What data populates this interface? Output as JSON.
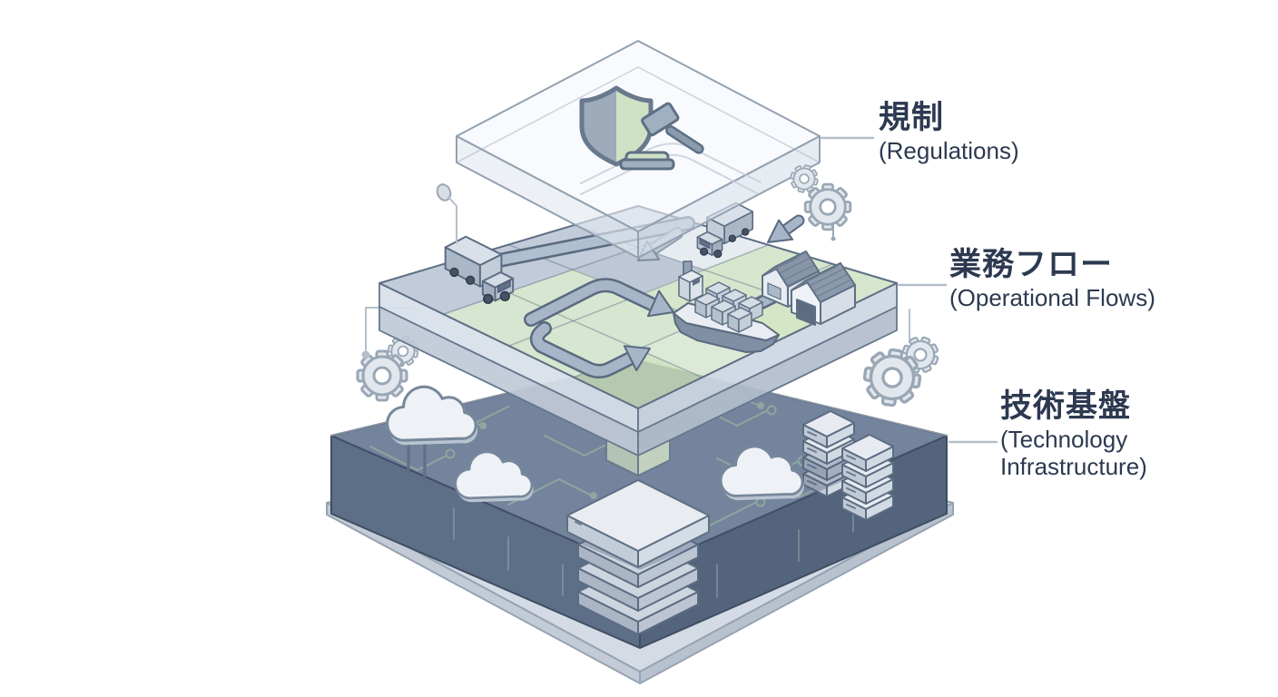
{
  "canvas": {
    "background": "#ffffff"
  },
  "layers": [
    {
      "id": "regulations",
      "label_jp": "規制",
      "label_en": "(Regulations)",
      "icons": [
        "shield-icon",
        "gavel-icon"
      ],
      "accent": "#cfe2c4"
    },
    {
      "id": "operational-flows",
      "label_jp": "業務フロー",
      "label_en": "(Operational Flows)",
      "icons": [
        "truck-icon",
        "truck-icon",
        "cargo-ship-icon",
        "warehouse-icon",
        "flow-arrow-icon"
      ],
      "accent": "#cde3b7"
    },
    {
      "id": "technology-infrastructure",
      "label_jp": "技術基盤",
      "label_en": "(Technology Infrastructure)",
      "icons": [
        "cloud-icon",
        "server-stack-icon",
        "circuit-trace-icon"
      ],
      "accent": "#5d7190"
    }
  ],
  "decorations": [
    "gear-icon",
    "connector-line",
    "connector-dot"
  ],
  "palette": {
    "label_text": "#2c3950",
    "outline": "#5d6e84",
    "dark_layer": "#8b99af",
    "green_cell": "#cde3b7",
    "circuit_trace": "#b9d6b0",
    "connector": "#b6bfc9"
  }
}
